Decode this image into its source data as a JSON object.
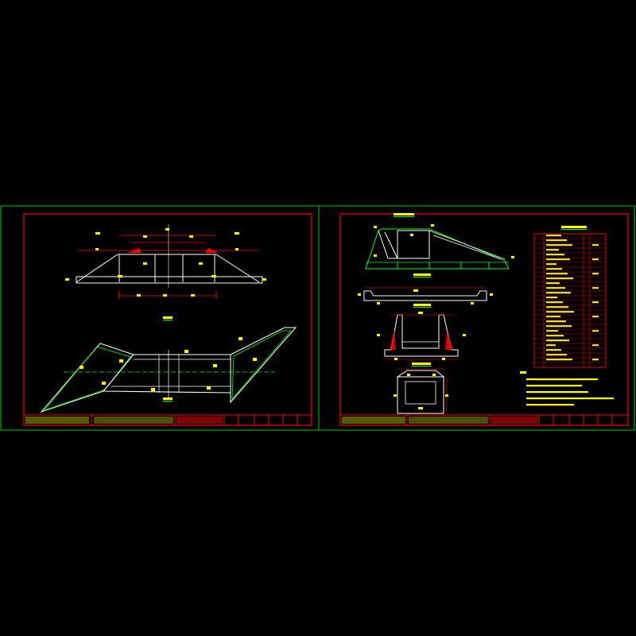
{
  "app": {
    "background": "#000000"
  },
  "colors": {
    "frame_outer": "#00cc00",
    "frame_inner": "#ff0000",
    "line_white": "#ffffff",
    "line_green": "#00ff00",
    "dim_red": "#ff0000",
    "dot_yellow": "#ffff00",
    "title_text": "#ffff00"
  },
  "left_sheet": {
    "elevation_title": "",
    "plan_title": "",
    "labels": [
      "",
      ""
    ]
  },
  "right_sheet": {
    "section_titles": [
      "",
      "1—1",
      "2—2",
      ""
    ],
    "table_title": "",
    "notes_heading": "",
    "notes": [
      "1.",
      "2.",
      "3.",
      "4.",
      "5."
    ]
  }
}
